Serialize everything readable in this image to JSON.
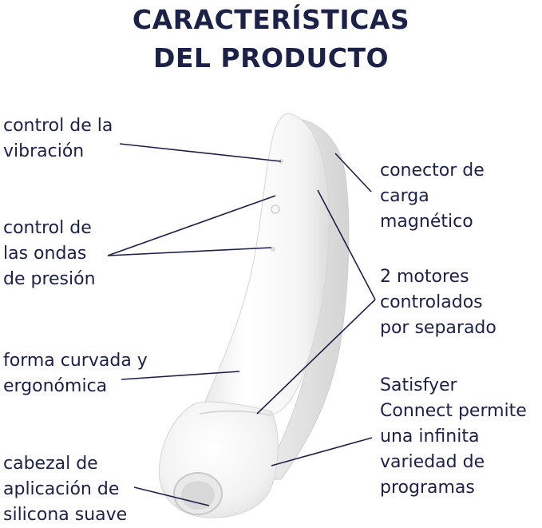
{
  "title": {
    "line1": "CARACTERÍSTICAS",
    "line2": "DEL PRODUCTO"
  },
  "features": {
    "vibration_control": [
      "control de la",
      "vibración"
    ],
    "pressure_control": [
      "control de",
      "las ondas",
      "de presión"
    ],
    "curved_shape": [
      "forma curvada y",
      "ergonómica"
    ],
    "silicone_head": [
      "cabezal de",
      "aplicación de",
      "silicona suave"
    ],
    "magnetic_connector": [
      "conector de",
      "carga",
      "magnético"
    ],
    "two_motors": [
      "2 motores",
      "controlados",
      "por separado"
    ],
    "satisfyer_connect": [
      "Satisfyer",
      "Connect permite",
      "una infinita",
      "variedad de",
      "programas"
    ]
  },
  "colors": {
    "text": "#1c2147",
    "device_body": "#f3f3f3",
    "device_shadow": "#d9d9d9"
  }
}
